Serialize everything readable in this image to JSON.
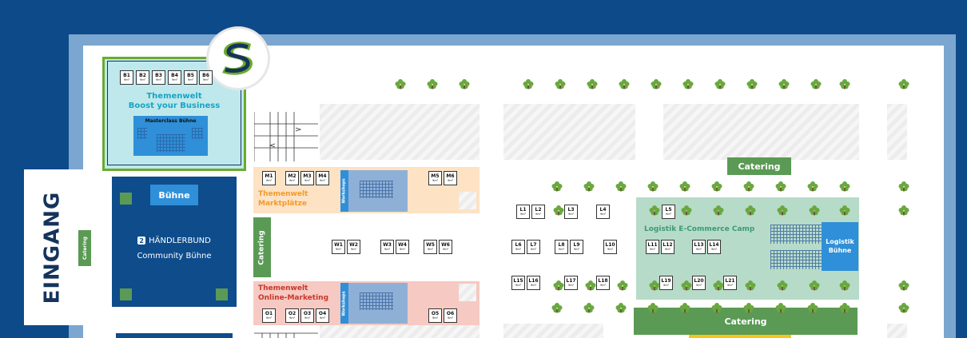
{
  "entrance": {
    "label": "EINGANG",
    "catering_label": "Catering"
  },
  "logo": {
    "letter": "S"
  },
  "zones": {
    "boost": {
      "title_line1": "Themenwelt",
      "title_line2": "Boost your Business",
      "stage_label": "Masterclass Bühne"
    },
    "community": {
      "stage_label": "Bühne",
      "brand_line": "HÄNDLERBUND",
      "subtitle": "Community Bühne"
    },
    "marktplaetze": {
      "title_line1": "Themenwelt",
      "title_line2": "Marktplätze",
      "workshops_label": "Workshops"
    },
    "onlinemarketing": {
      "title_line1": "Themenwelt",
      "title_line2": "Online-Marketing",
      "workshops_label": "Workshops"
    },
    "catering_vertical": "Catering",
    "logistik": {
      "camp_label": "Logistik E-Commerce Camp",
      "stage_line1": "Logistik",
      "stage_line2": "Bühne"
    },
    "catering_top": "Catering",
    "catering_bottom": "Catering"
  },
  "booth_size": "9m²",
  "booths": [
    {
      "id": "B1"
    },
    {
      "id": "B2"
    },
    {
      "id": "B3"
    },
    {
      "id": "B4"
    },
    {
      "id": "B5"
    },
    {
      "id": "B6"
    },
    {
      "id": "M1"
    },
    {
      "id": "M2"
    },
    {
      "id": "M3"
    },
    {
      "id": "M4"
    },
    {
      "id": "M5"
    },
    {
      "id": "M6"
    },
    {
      "id": "W1"
    },
    {
      "id": "W2"
    },
    {
      "id": "W3"
    },
    {
      "id": "W4"
    },
    {
      "id": "W5"
    },
    {
      "id": "W6"
    },
    {
      "id": "O1"
    },
    {
      "id": "O2"
    },
    {
      "id": "O3"
    },
    {
      "id": "O4"
    },
    {
      "id": "O5"
    },
    {
      "id": "O6"
    },
    {
      "id": "L1"
    },
    {
      "id": "L2"
    },
    {
      "id": "L3"
    },
    {
      "id": "L4"
    },
    {
      "id": "L5"
    },
    {
      "id": "L6"
    },
    {
      "id": "L7"
    },
    {
      "id": "L8"
    },
    {
      "id": "L9"
    },
    {
      "id": "L10"
    },
    {
      "id": "L11"
    },
    {
      "id": "L12"
    },
    {
      "id": "L13"
    },
    {
      "id": "L14"
    },
    {
      "id": "L15"
    },
    {
      "id": "L16"
    },
    {
      "id": "L17"
    },
    {
      "id": "L18"
    },
    {
      "id": "L19"
    },
    {
      "id": "L20"
    },
    {
      "id": "L21"
    }
  ],
  "colors": {
    "hall_background": "#0d4a8a",
    "boost_zone": "#bfe8ec",
    "boost_border": "#6aab2e",
    "marktplaetze_zone": "#fde2c4",
    "marktplaetze_text": "#f39a2b",
    "onlinemarketing_zone": "#f6c9c2",
    "onlinemarketing_text": "#c8362a",
    "community_zone": "#0e4c8c",
    "logistik_zone": "#b7dbc9",
    "catering": "#5a9a55",
    "stage_blue": "#2f8fd8",
    "tree": "#6aa83f"
  }
}
